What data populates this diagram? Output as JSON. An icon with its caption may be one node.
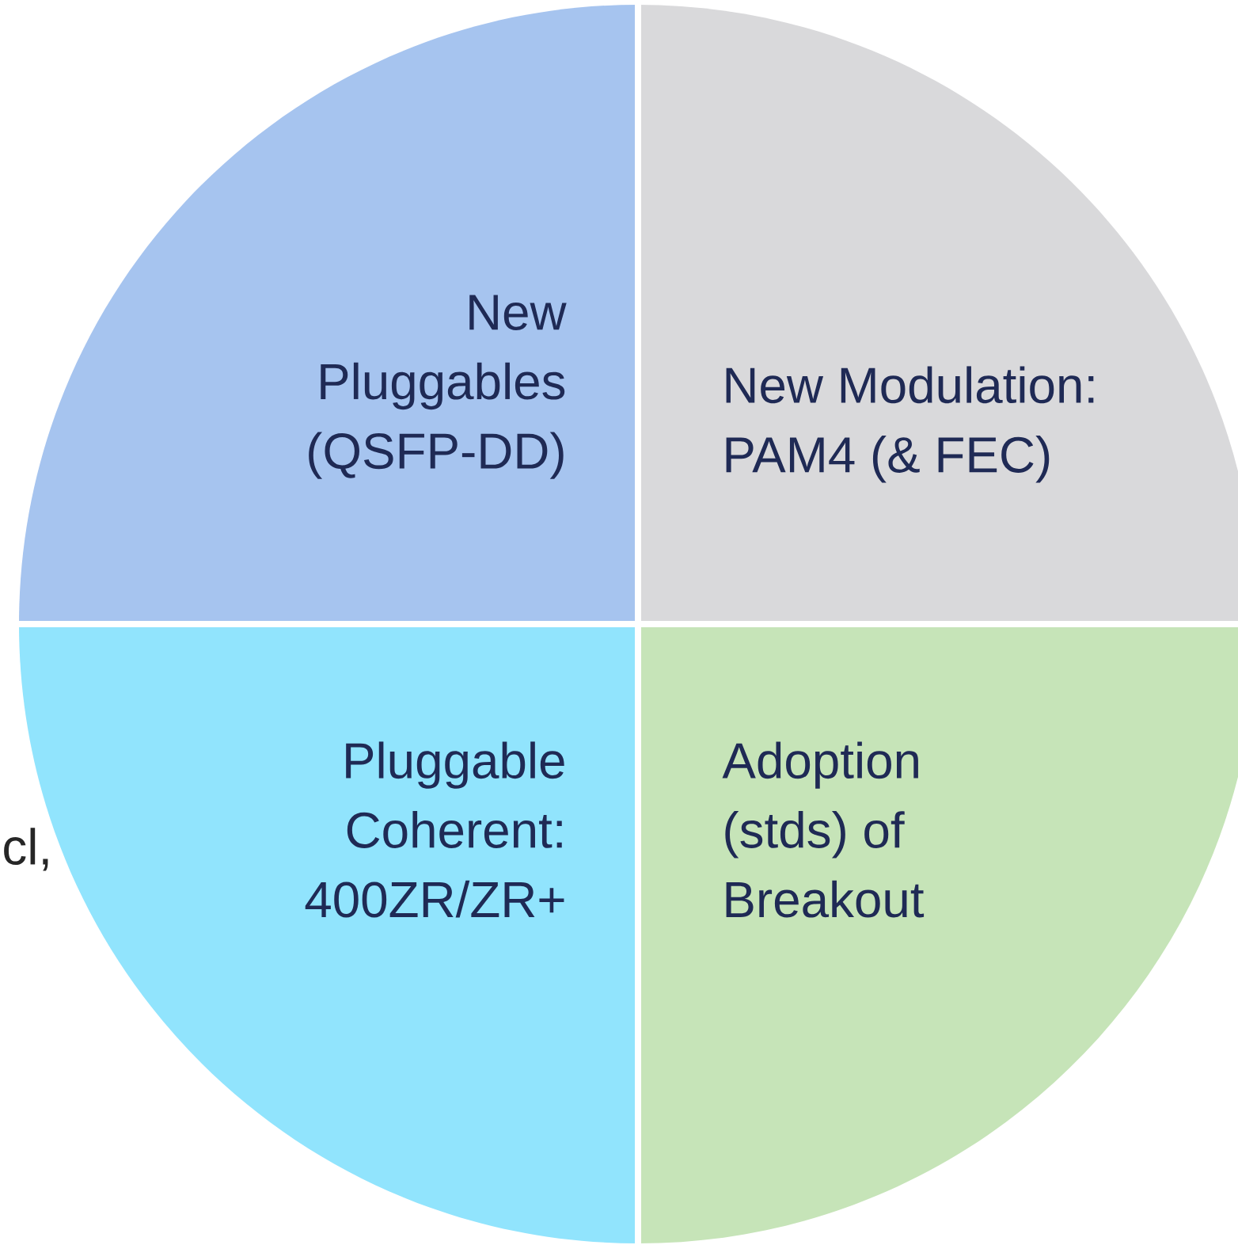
{
  "diagram": {
    "nodes": [
      {
        "text": [
          "New Pluggables (QSFP-DD)"
        ]
      },
      {
        "text": [
          "New Modulation: PAM4 (& FEC)"
        ]
      },
      {
        "text": [
          "Pluggable Coherent: 400ZR/ZR+"
        ]
      },
      {
        "text": [
          "Adoption (stds) of Breakout"
        ]
      }
    ],
    "labels": [
      "cl,"
    ]
  }
}
